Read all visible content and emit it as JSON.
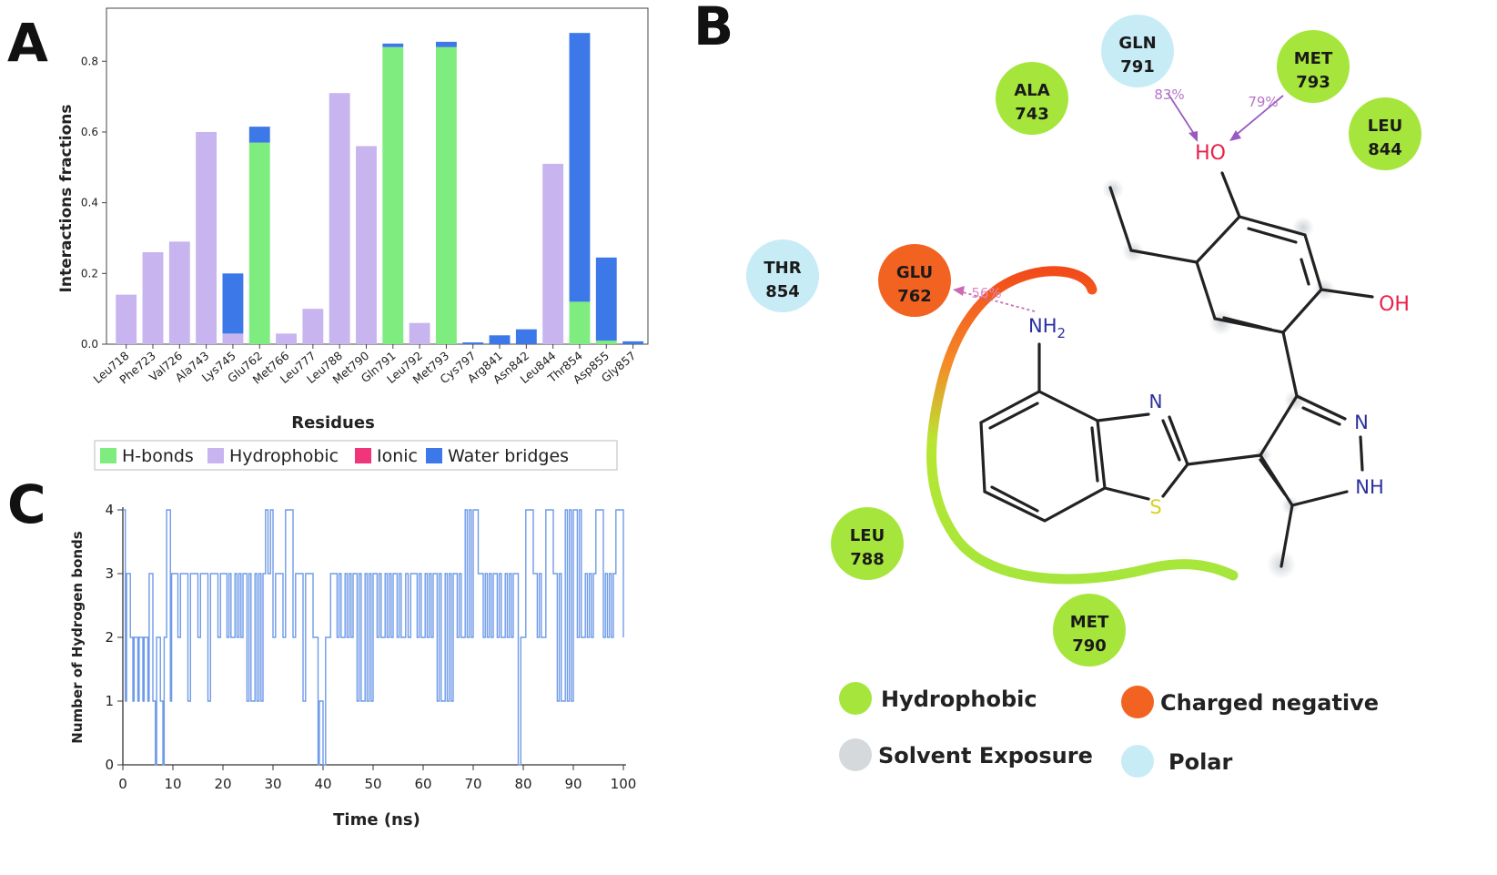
{
  "panels": {
    "a": {
      "letter": "A"
    },
    "b": {
      "letter": "B"
    },
    "c": {
      "letter": "C"
    }
  },
  "chart_data": [
    {
      "panel": "A",
      "type": "bar",
      "stacked": true,
      "xlabel": "Residues",
      "ylabel": "Interactions fractions",
      "ylim": [
        0,
        0.95
      ],
      "yticks": [
        "0.0",
        "0.2",
        "0.4",
        "0.6",
        "0.8"
      ],
      "grid": false,
      "legend_placement": "bottom",
      "categories": [
        "Leu718",
        "Phe723",
        "Val726",
        "Ala743",
        "Lys745",
        "Glu762",
        "Met766",
        "Leu777",
        "Leu788",
        "Met790",
        "Gln791",
        "Leu792",
        "Met793",
        "Cys797",
        "Arg841",
        "Asn842",
        "Leu844",
        "Thr854",
        "Asp855",
        "Gly857"
      ],
      "series": [
        {
          "name": "H-bonds",
          "color": "#7fec7f",
          "values": [
            0,
            0,
            0,
            0,
            0,
            0.57,
            0,
            0,
            0,
            0,
            0.84,
            0,
            0.84,
            0,
            0,
            0,
            0,
            0.12,
            0.01,
            0
          ]
        },
        {
          "name": "Hydrophobic",
          "color": "#c8b4ef",
          "values": [
            0.14,
            0.26,
            0.29,
            0.6,
            0.03,
            0,
            0.03,
            0.1,
            0.71,
            0.56,
            0,
            0.06,
            0,
            0,
            0,
            0,
            0.51,
            0,
            0,
            0
          ]
        },
        {
          "name": "Ionic",
          "color": "#f0357a",
          "values": [
            0,
            0,
            0,
            0,
            0,
            0,
            0,
            0,
            0,
            0,
            0,
            0,
            0,
            0,
            0,
            0,
            0,
            0,
            0,
            0
          ]
        },
        {
          "name": "Water bridges",
          "color": "#3d78e8",
          "values": [
            0,
            0,
            0,
            0,
            0.17,
            0.045,
            0,
            0,
            0,
            0,
            0.01,
            0,
            0.015,
            0.005,
            0.025,
            0.042,
            0,
            0.76,
            0.235,
            0.008
          ]
        }
      ]
    },
    {
      "panel": "C",
      "type": "line",
      "xlabel": "Time (ns)",
      "ylabel": "Number of Hydrogen bonds",
      "xlim": [
        0,
        100
      ],
      "ylim": [
        0,
        4
      ],
      "xticks": [
        "0",
        "10",
        "20",
        "30",
        "40",
        "50",
        "60",
        "70",
        "80",
        "90",
        "100"
      ],
      "yticks": [
        "0",
        "1",
        "2",
        "3",
        "4"
      ],
      "grid": false,
      "series": [
        {
          "color": "#6f9be8",
          "x": [
            0,
            0.5,
            1,
            1.5,
            2,
            2.5,
            3,
            3.5,
            4,
            4.5,
            5,
            5.5,
            6,
            6.5,
            7,
            7.5,
            8,
            8.5,
            9,
            9.5,
            10,
            11,
            12,
            13,
            14,
            15,
            16,
            17,
            18,
            19,
            20,
            22,
            24,
            26,
            28,
            29.5,
            30,
            31,
            32,
            33,
            34,
            35,
            36,
            37,
            38,
            39,
            39.5,
            40,
            41,
            42,
            44,
            46,
            48,
            50,
            52,
            54,
            56,
            58,
            60,
            62,
            64,
            66,
            68,
            70,
            71,
            72,
            74,
            76,
            78,
            79,
            80,
            81,
            82,
            84,
            85,
            86,
            88,
            90,
            92,
            94,
            95,
            96,
            98,
            99,
            100
          ],
          "values": [
            4,
            1,
            3,
            2,
            1,
            2,
            1,
            2,
            1,
            2,
            1,
            3,
            1,
            0,
            2,
            1,
            0,
            2,
            4,
            1,
            3,
            2,
            3,
            1,
            3,
            2,
            3,
            1,
            3,
            2,
            3,
            2,
            3,
            1,
            3,
            4,
            2,
            3,
            2,
            4,
            2,
            3,
            1,
            3,
            2,
            0,
            1,
            0,
            2,
            3,
            2,
            3,
            1,
            3,
            2,
            3,
            2,
            3,
            2,
            3,
            1,
            3,
            2,
            4,
            3,
            2,
            3,
            2,
            3,
            0,
            2,
            4,
            3,
            2,
            4,
            3,
            1,
            4,
            2,
            3,
            4,
            2,
            3,
            4,
            2
          ]
        }
      ]
    }
  ],
  "legendA": {
    "items": [
      {
        "label": "H-bonds",
        "color": "#7fec7f"
      },
      {
        "label": "Hydrophobic",
        "color": "#c8b4ef"
      },
      {
        "label": "Ionic",
        "color": "#f0357a"
      },
      {
        "label": "Water bridges",
        "color": "#3d78e8"
      }
    ]
  },
  "diagramB": {
    "residues": [
      {
        "name": "GLN",
        "num": "791",
        "type": "polar",
        "color": "#c7ecf6"
      },
      {
        "name": "MET",
        "num": "793",
        "type": "hydrophobic",
        "color": "#a6e63c"
      },
      {
        "name": "ALA",
        "num": "743",
        "type": "hydrophobic",
        "color": "#a6e63c"
      },
      {
        "name": "LEU",
        "num": "844",
        "type": "hydrophobic",
        "color": "#a6e63c"
      },
      {
        "name": "THR",
        "num": "854",
        "type": "polar",
        "color": "#c7ecf6"
      },
      {
        "name": "GLU",
        "num": "762",
        "type": "charged-negative",
        "color": "#f26322"
      },
      {
        "name": "LEU",
        "num": "788",
        "type": "hydrophobic",
        "color": "#a6e63c"
      },
      {
        "name": "MET",
        "num": "790",
        "type": "hydrophobic",
        "color": "#a6e63c"
      }
    ],
    "interactions": [
      "83%",
      "79%",
      "56%"
    ],
    "atoms": {
      "ho": "HO",
      "oh": "OH",
      "nh2_main": "NH",
      "nh2_sub": "2",
      "n_thiazole": "N",
      "s_thiazole": "S",
      "n_pyrazole": "N",
      "nh_pyrazole": "NH"
    },
    "legend": [
      {
        "label": "Hydrophobic",
        "color": "#a6e63c"
      },
      {
        "label": "Charged negative",
        "color": "#f26322"
      },
      {
        "label": "Solvent Exposure",
        "color": "#d6d9dc"
      },
      {
        "label": "Polar",
        "color": "#c7ecf6"
      }
    ]
  }
}
